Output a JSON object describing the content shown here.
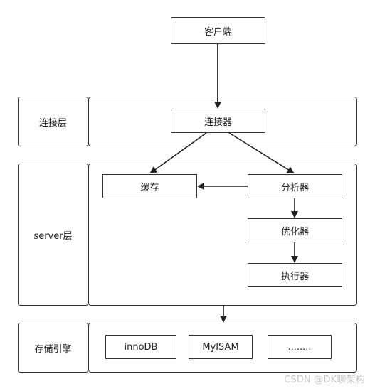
{
  "client": "客户端",
  "layers": {
    "connection": {
      "label": "连接层",
      "connector": "连接器"
    },
    "server": {
      "label": "server层",
      "cache": "缓存",
      "analyzer": "分析器",
      "optimizer": "优化器",
      "executor": "执行器"
    },
    "storage": {
      "label": "存储引擎",
      "engines": [
        "innoDB",
        "MyISAM",
        "........"
      ]
    }
  },
  "watermark": "CSDN @DK聊架构"
}
